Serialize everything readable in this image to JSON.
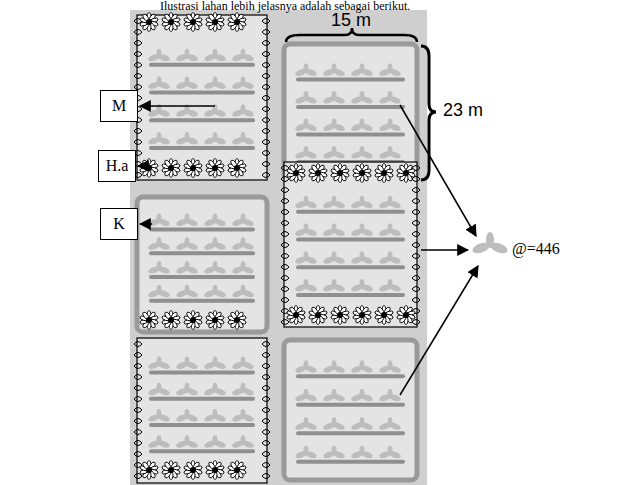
{
  "diagram": {
    "nodes": [
      {
        "text": [
          "M"
        ]
      },
      {
        "text": [
          "H.a"
        ]
      },
      {
        "text": [
          "K"
        ]
      }
    ],
    "labels": [
      "Ilustrasi lahan lebih jelasnya adalah sebagai berikut.",
      "15 m",
      "23 m",
      "@=446"
    ]
  }
}
